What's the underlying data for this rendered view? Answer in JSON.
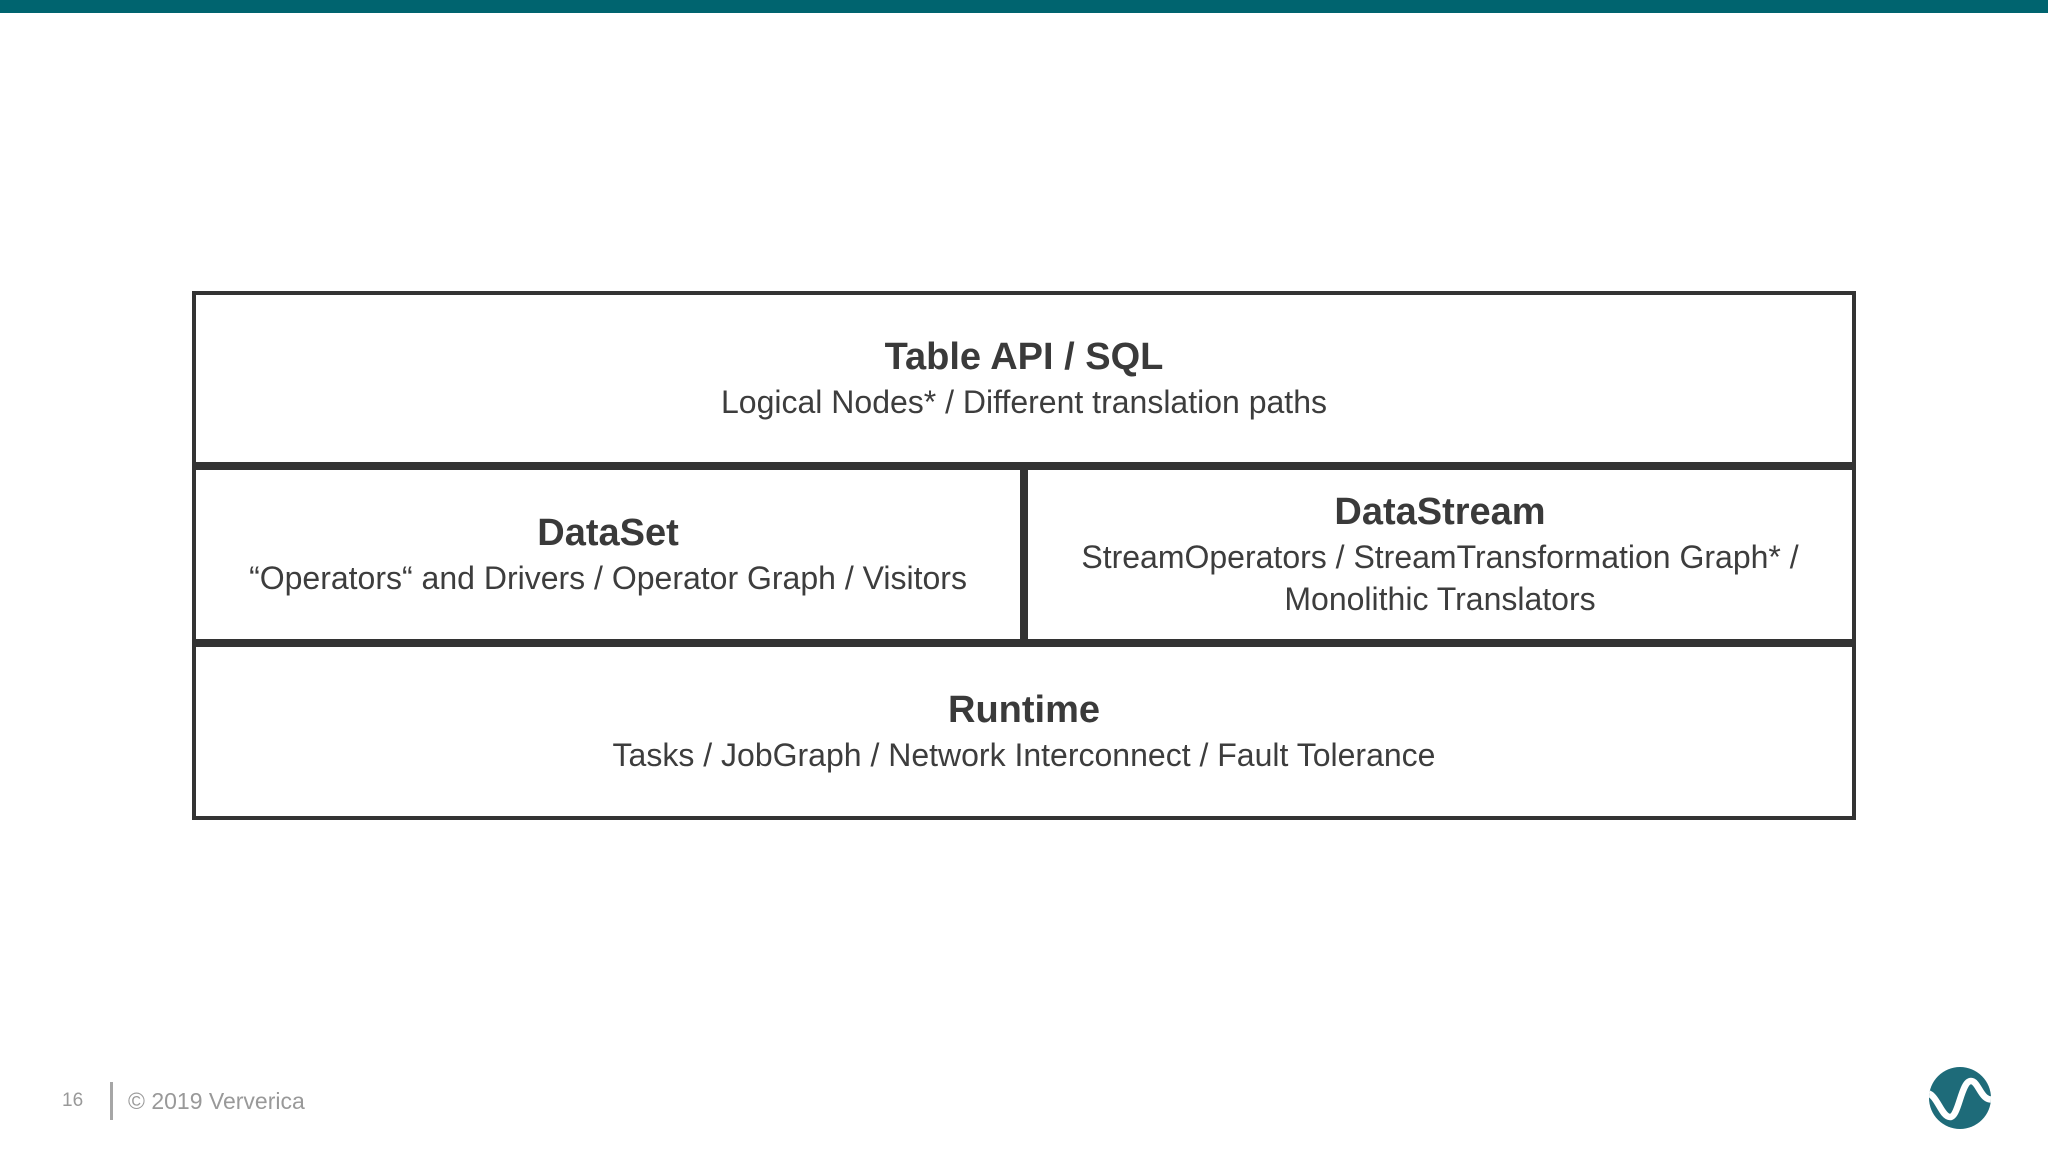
{
  "slide": {
    "page_number": "16",
    "copyright": "© 2019 Ververica"
  },
  "diagram": {
    "table_api_sql": {
      "title": "Table API / SQL",
      "subtitle": "Logical Nodes* / Different translation paths"
    },
    "dataset": {
      "title": "DataSet",
      "subtitle": "“Operators“ and Drivers / Operator Graph / Visitors"
    },
    "datastream": {
      "title": "DataStream",
      "subtitle": "StreamOperators / StreamTransformation Graph* / Monolithic Translators"
    },
    "runtime": {
      "title": "Runtime",
      "subtitle": "Tasks / JobGraph / Network Interconnect / Fault Tolerance"
    }
  },
  "colors": {
    "accent_bar": "#00646f",
    "box_border": "#333333",
    "box_text": "#3d3d3d",
    "footer_text": "#999999",
    "logo_teal": "#1e6b79"
  }
}
